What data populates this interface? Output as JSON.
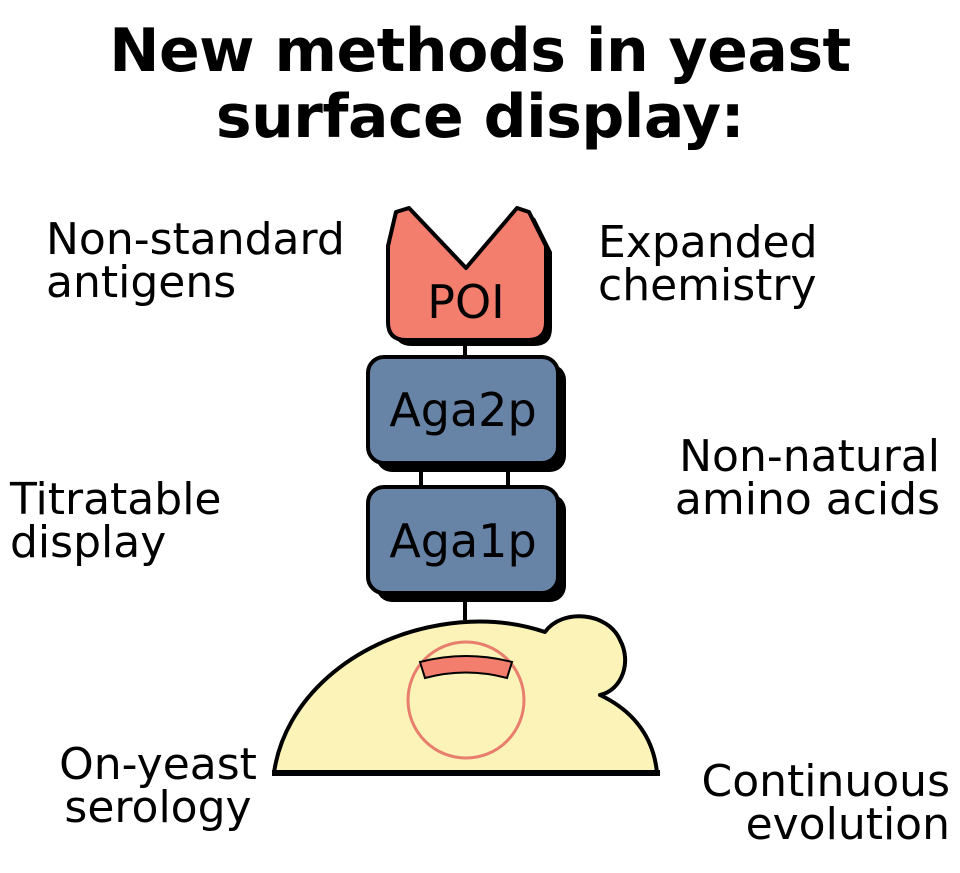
{
  "title": {
    "line1": "New methods in yeast",
    "line2": "surface display:"
  },
  "labels": {
    "non_standard_antigens": [
      "Non-standard",
      "antigens"
    ],
    "expanded_chemistry": [
      "Expanded",
      "chemistry"
    ],
    "titratable_display": [
      "Titratable",
      "display"
    ],
    "non_natural_amino_acids": [
      "Non-natural",
      "amino acids"
    ],
    "on_yeast_serology": [
      "On-yeast",
      "serology"
    ],
    "continuous_evolution": [
      "Continuous",
      "evolution"
    ]
  },
  "diagram": {
    "poi_label": "POI",
    "aga2p_label": "Aga2p",
    "aga1p_label": "Aga1p",
    "colors": {
      "poi_fill": "#F47E6E",
      "aga_fill": "#6783A6",
      "yeast_fill": "#FBF3B7",
      "plasmid_stroke": "#E87E6E",
      "shadow": "#000000"
    }
  }
}
